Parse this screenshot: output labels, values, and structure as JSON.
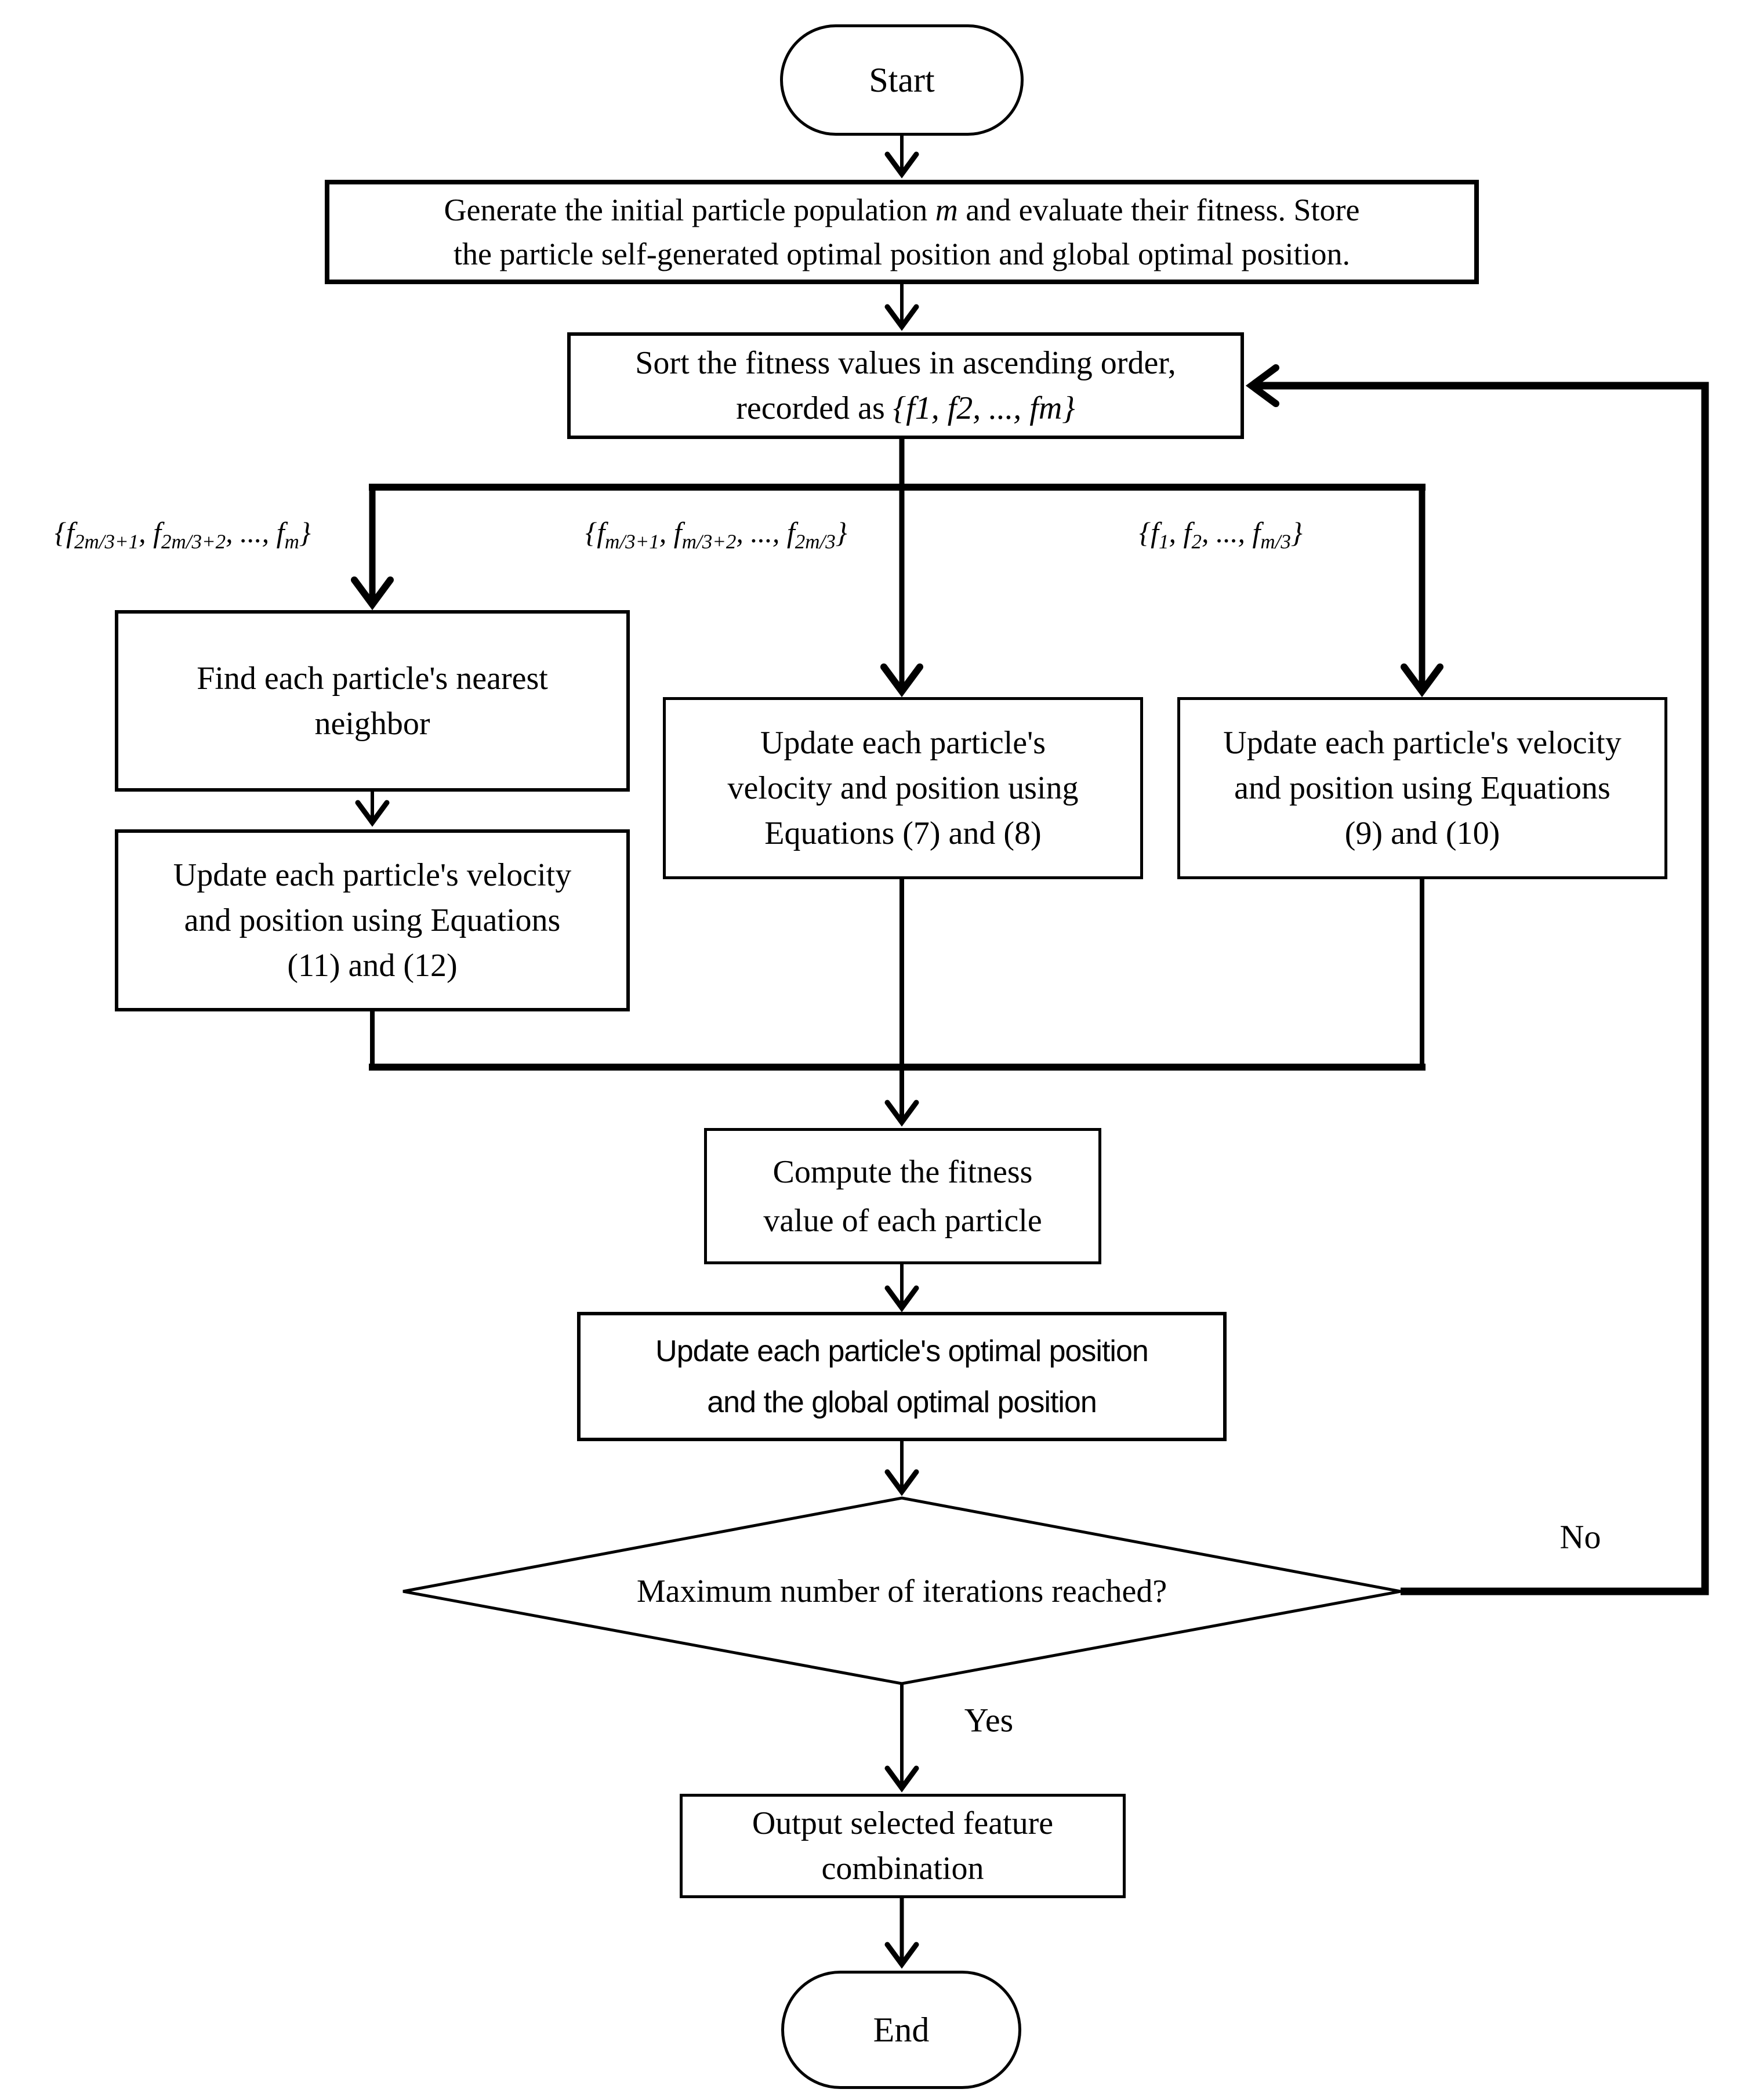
{
  "colors": {
    "ink": "#000000",
    "paper": "#ffffff"
  },
  "flowchart": {
    "start": {
      "label": "Start"
    },
    "generate": {
      "lines": [
        "Generate the initial particle population *m* and evaluate their fitness. Store",
        "the particle self-generated optimal position and global optimal position."
      ]
    },
    "sort": {
      "lines": [
        "Sort the fitness values in ascending order,",
        "recorded as *{f1, f2, ..., fm}*"
      ]
    },
    "branches": {
      "left_label": "*{f~2m/3+1~, f~2m/3+2~, ..., f~m~}*",
      "middle_label": "*{f~m/3+1~, f~m/3+2~, ..., f~2m/3~}*",
      "right_label": "*{f~1~, f~2~, ..., f~m/3~}*"
    },
    "find_neighbor": {
      "lines": [
        "Find each particle's nearest",
        "neighbor"
      ]
    },
    "update_11_12": {
      "lines": [
        "Update each particle's velocity",
        "and position using Equations",
        "(11) and (12)"
      ]
    },
    "update_7_8": {
      "lines": [
        "Update each particle's",
        "velocity and position using",
        "Equations (7) and (8)"
      ]
    },
    "update_9_10": {
      "lines": [
        "Update each particle's velocity",
        "and position using Equations",
        "(9) and (10)"
      ]
    },
    "compute_fitness": {
      "lines": [
        "Compute the fitness",
        "value of each particle"
      ]
    },
    "update_optimal": {
      "lines": [
        "Update each particle's optimal position",
        "and the global optimal position"
      ]
    },
    "decision": {
      "label": "Maximum number of iterations reached?",
      "no_label": "No",
      "yes_label": "Yes"
    },
    "output": {
      "lines": [
        "Output selected feature",
        "combination"
      ]
    },
    "end": {
      "label": "End"
    }
  }
}
